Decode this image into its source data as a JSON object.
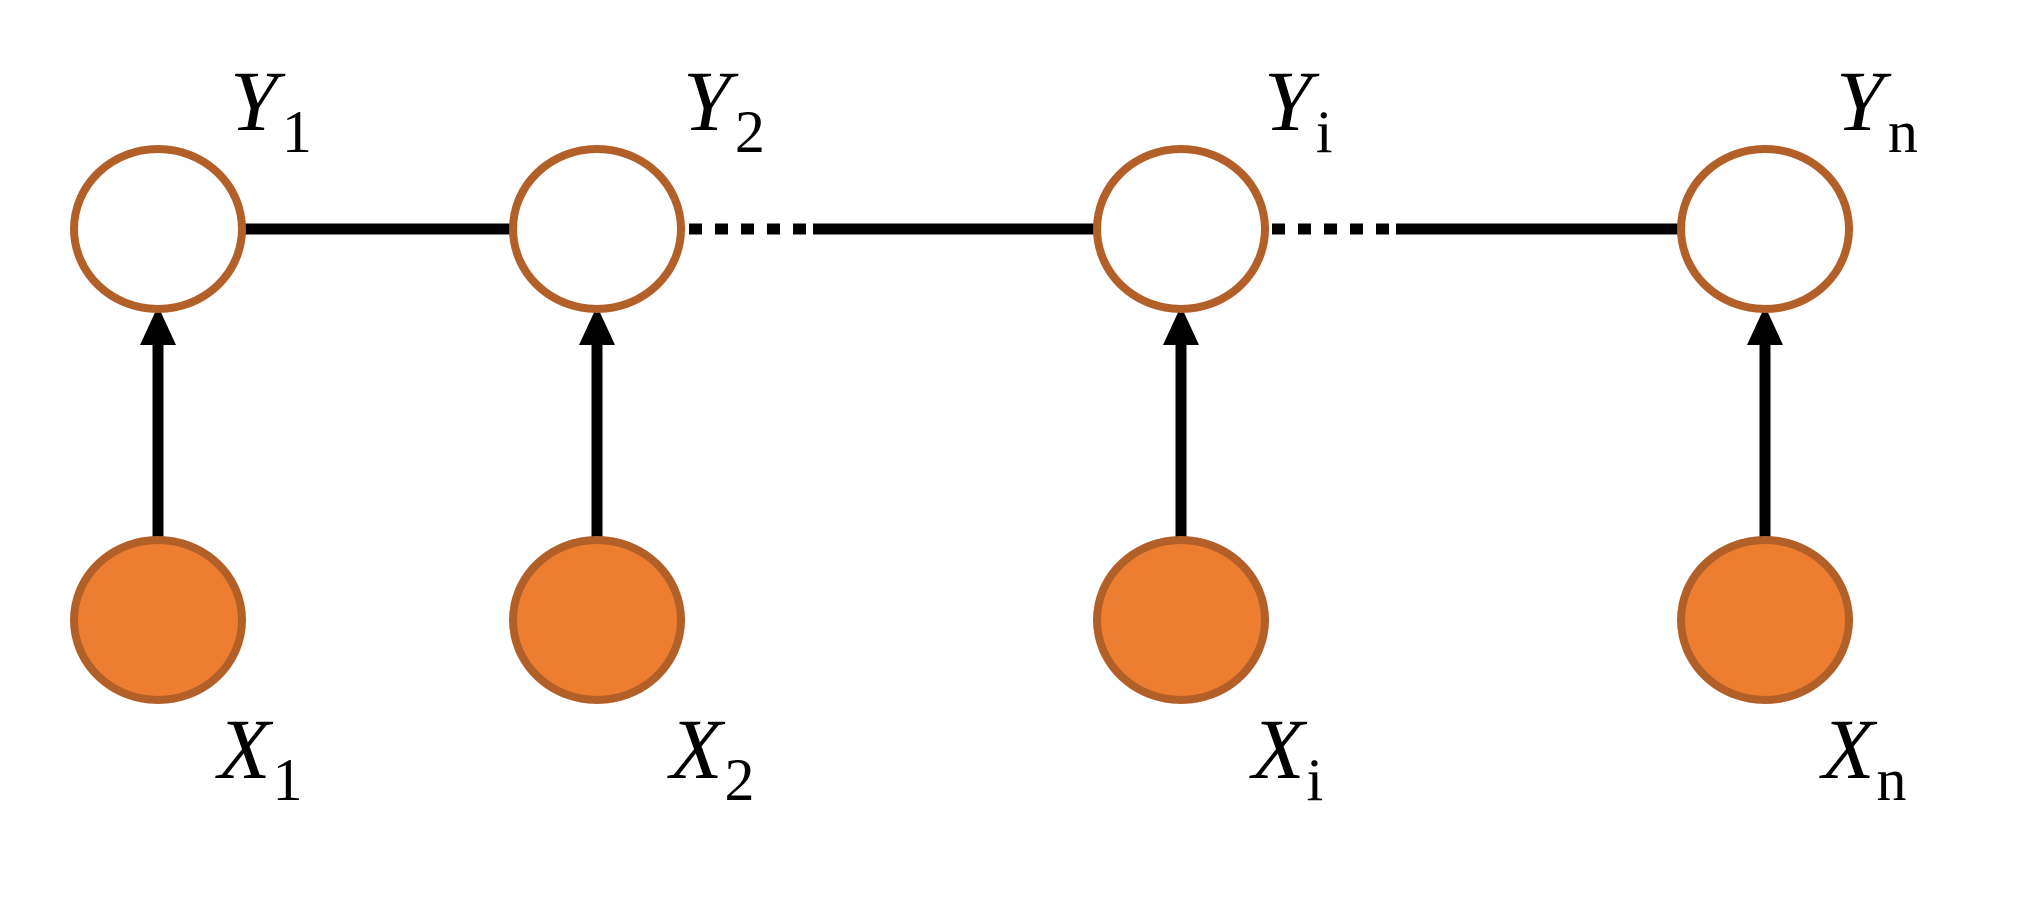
{
  "diagram": {
    "colors": {
      "hidden_fill": "#ffffff",
      "observed_fill": "#ED7D31",
      "node_stroke": "#B35F28",
      "edge": "#000000"
    },
    "nodes": {
      "y1": {
        "var": "Y",
        "sub": "1"
      },
      "y2": {
        "var": "Y",
        "sub": "2"
      },
      "yi": {
        "var": "Y",
        "sub": "i"
      },
      "yn": {
        "var": "Y",
        "sub": "n"
      },
      "x1": {
        "var": "X",
        "sub": "1"
      },
      "x2": {
        "var": "X",
        "sub": "2"
      },
      "xi": {
        "var": "X",
        "sub": "i"
      },
      "xn": {
        "var": "X",
        "sub": "n"
      }
    }
  }
}
